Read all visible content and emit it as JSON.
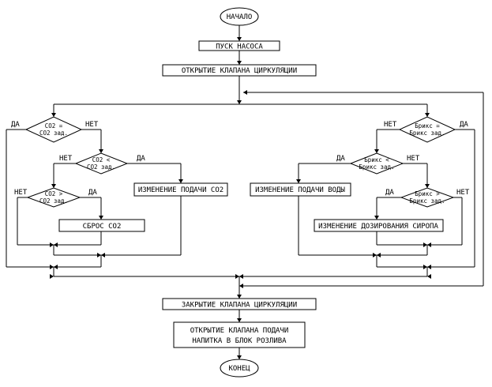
{
  "start": "НАЧАЛО",
  "pump_start": "ПУСК НАСОСА",
  "open_circ_valve": "ОТКРЫТИЕ КЛАПАНА ЦИРКУЛЯЦИИ",
  "close_circ_valve": "ЗАКРЫТИЕ КЛАПАНА ЦИРКУЛЯЦИИ",
  "open_feed_valve": [
    "ОТКРЫТИЕ КЛАПАНА ПОДАЧИ",
    "НАПИТКА В БЛОК РОЗЛИВА"
  ],
  "end": "КОНЕЦ",
  "co2_eq": [
    "CO2 =",
    "CO2 зад."
  ],
  "co2_lt": [
    "CO2 <",
    "CO2 зад."
  ],
  "co2_gt": [
    "CO2 >",
    "CO2 зад."
  ],
  "co2_change": "ИЗМЕНЕНИЕ ПОДАЧИ CO2",
  "co2_reset": "СБРОС CO2",
  "brix_eq": [
    "Брикс =",
    "Брикс зад."
  ],
  "brix_lt": [
    "Брикс <",
    "Брикс зад."
  ],
  "brix_gt": [
    "Брикс >",
    "Брикс зад."
  ],
  "water_change": "ИЗМЕНЕНИЕ ПОДАЧИ ВОДЫ",
  "syrup_change": "ИЗМЕНЕНИЕ ДОЗИРОВАНИЯ СИРОПА",
  "yes": "ДА",
  "no": "НЕТ"
}
